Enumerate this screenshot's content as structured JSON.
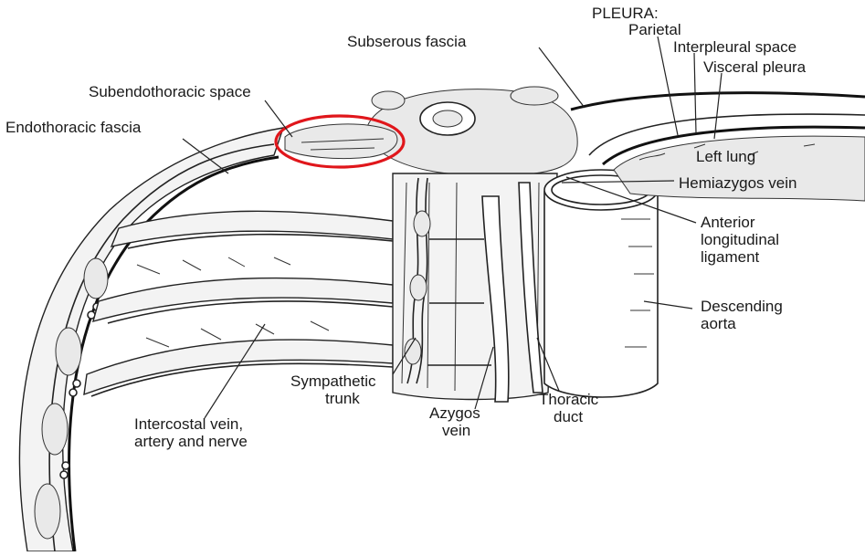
{
  "highlight": {
    "color": "#e0161b",
    "target": "Subendothoracic space"
  },
  "labels": {
    "pleura_heading": "PLEURA:",
    "parietal": "Parietal",
    "interpleural_space": "Interpleural space",
    "visceral_pleura": "Visceral pleura",
    "subserous_fascia": "Subserous fascia",
    "subendothoracic_space": "Subendothoracic space",
    "endothoracic_fascia": "Endothoracic fascia",
    "left_lung": "Left lung",
    "hemiazygos_vein": "Hemiazygos vein",
    "anterior_longitudinal_ligament": [
      "Anterior",
      "longitudinal",
      "ligament"
    ],
    "descending_aorta": [
      "Descending",
      "aorta"
    ],
    "sympathetic_trunk": [
      "Sympathetic",
      "trunk"
    ],
    "azygos_vein": [
      "Azygos",
      "vein"
    ],
    "thoracic_duct": [
      "Thoracic",
      "duct"
    ],
    "intercostal": [
      "Intercostal vein,",
      "artery and nerve"
    ]
  }
}
